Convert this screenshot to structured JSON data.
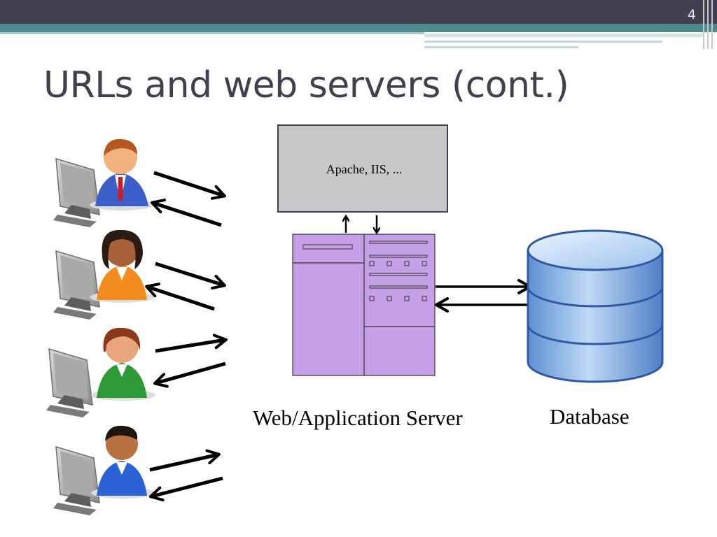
{
  "slide": {
    "number": "4",
    "title": "URLs and web servers (cont.)"
  },
  "diagram": {
    "server_software_label": "Apache, IIS, ...",
    "server_label": "Web/Application Server",
    "database_label": "Database",
    "clients": [
      {
        "icon": "user-computer-icon",
        "shirt_color": "#3a5fc8"
      },
      {
        "icon": "user-computer-icon",
        "shirt_color": "#f28c1e"
      },
      {
        "icon": "user-computer-icon",
        "shirt_color": "#2e9a36"
      },
      {
        "icon": "user-computer-icon",
        "shirt_color": "#2b63d6"
      }
    ]
  },
  "colors": {
    "title": "#40404f",
    "top_bar": "#40404f",
    "accent_bar": "#4e8a8d",
    "server_fill": "#c6a0e6",
    "apache_box_fill": "#c8c8c8",
    "database_fill": "#8ab6e8"
  }
}
